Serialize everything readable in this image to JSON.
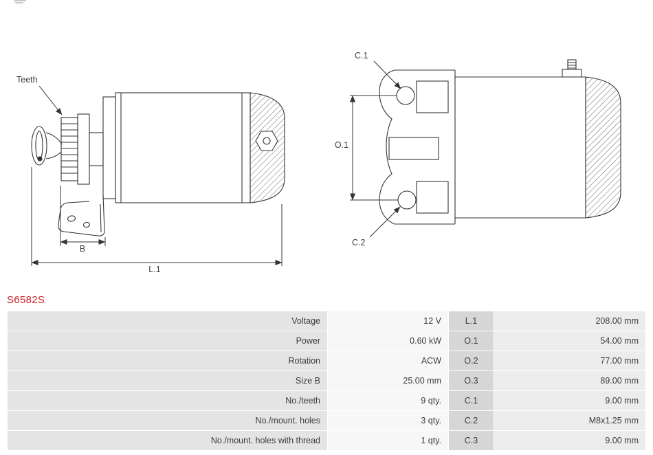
{
  "part_number": "S6582S",
  "diagram": {
    "labels": {
      "teeth": "Teeth",
      "b": "B",
      "l1": "L.1",
      "c1": "C.1",
      "o1": "O.1",
      "c2": "C.2"
    }
  },
  "spec_table": {
    "rows": [
      {
        "label": "Voltage",
        "value": "12 V",
        "dim_label": "L.1",
        "dim_value": "208.00 mm"
      },
      {
        "label": "Power",
        "value": "0.60 kW",
        "dim_label": "O.1",
        "dim_value": "54.00 mm"
      },
      {
        "label": "Rotation",
        "value": "ACW",
        "dim_label": "O.2",
        "dim_value": "77.00 mm"
      },
      {
        "label": "Size B",
        "value": "25.00 mm",
        "dim_label": "O.3",
        "dim_value": "89.00 mm"
      },
      {
        "label": "No./teeth",
        "value": "9 qty.",
        "dim_label": "C.1",
        "dim_value": "9.00 mm"
      },
      {
        "label": "No./mount. holes",
        "value": "3 qty.",
        "dim_label": "C.2",
        "dim_value": "M8x1.25 mm"
      },
      {
        "label": "No./mount. holes with thread",
        "value": "1 qty.",
        "dim_label": "C.3",
        "dim_value": "9.00 mm"
      }
    ]
  },
  "colors": {
    "accent_red": "#cc2229",
    "line": "#333333",
    "text": "#3c3c3c",
    "row_label_bg": "#e4e4e4",
    "row_value_bg": "#f7f7f7",
    "dim_label_bg": "#d6d6d6",
    "dim_value_bg": "#ececec"
  }
}
